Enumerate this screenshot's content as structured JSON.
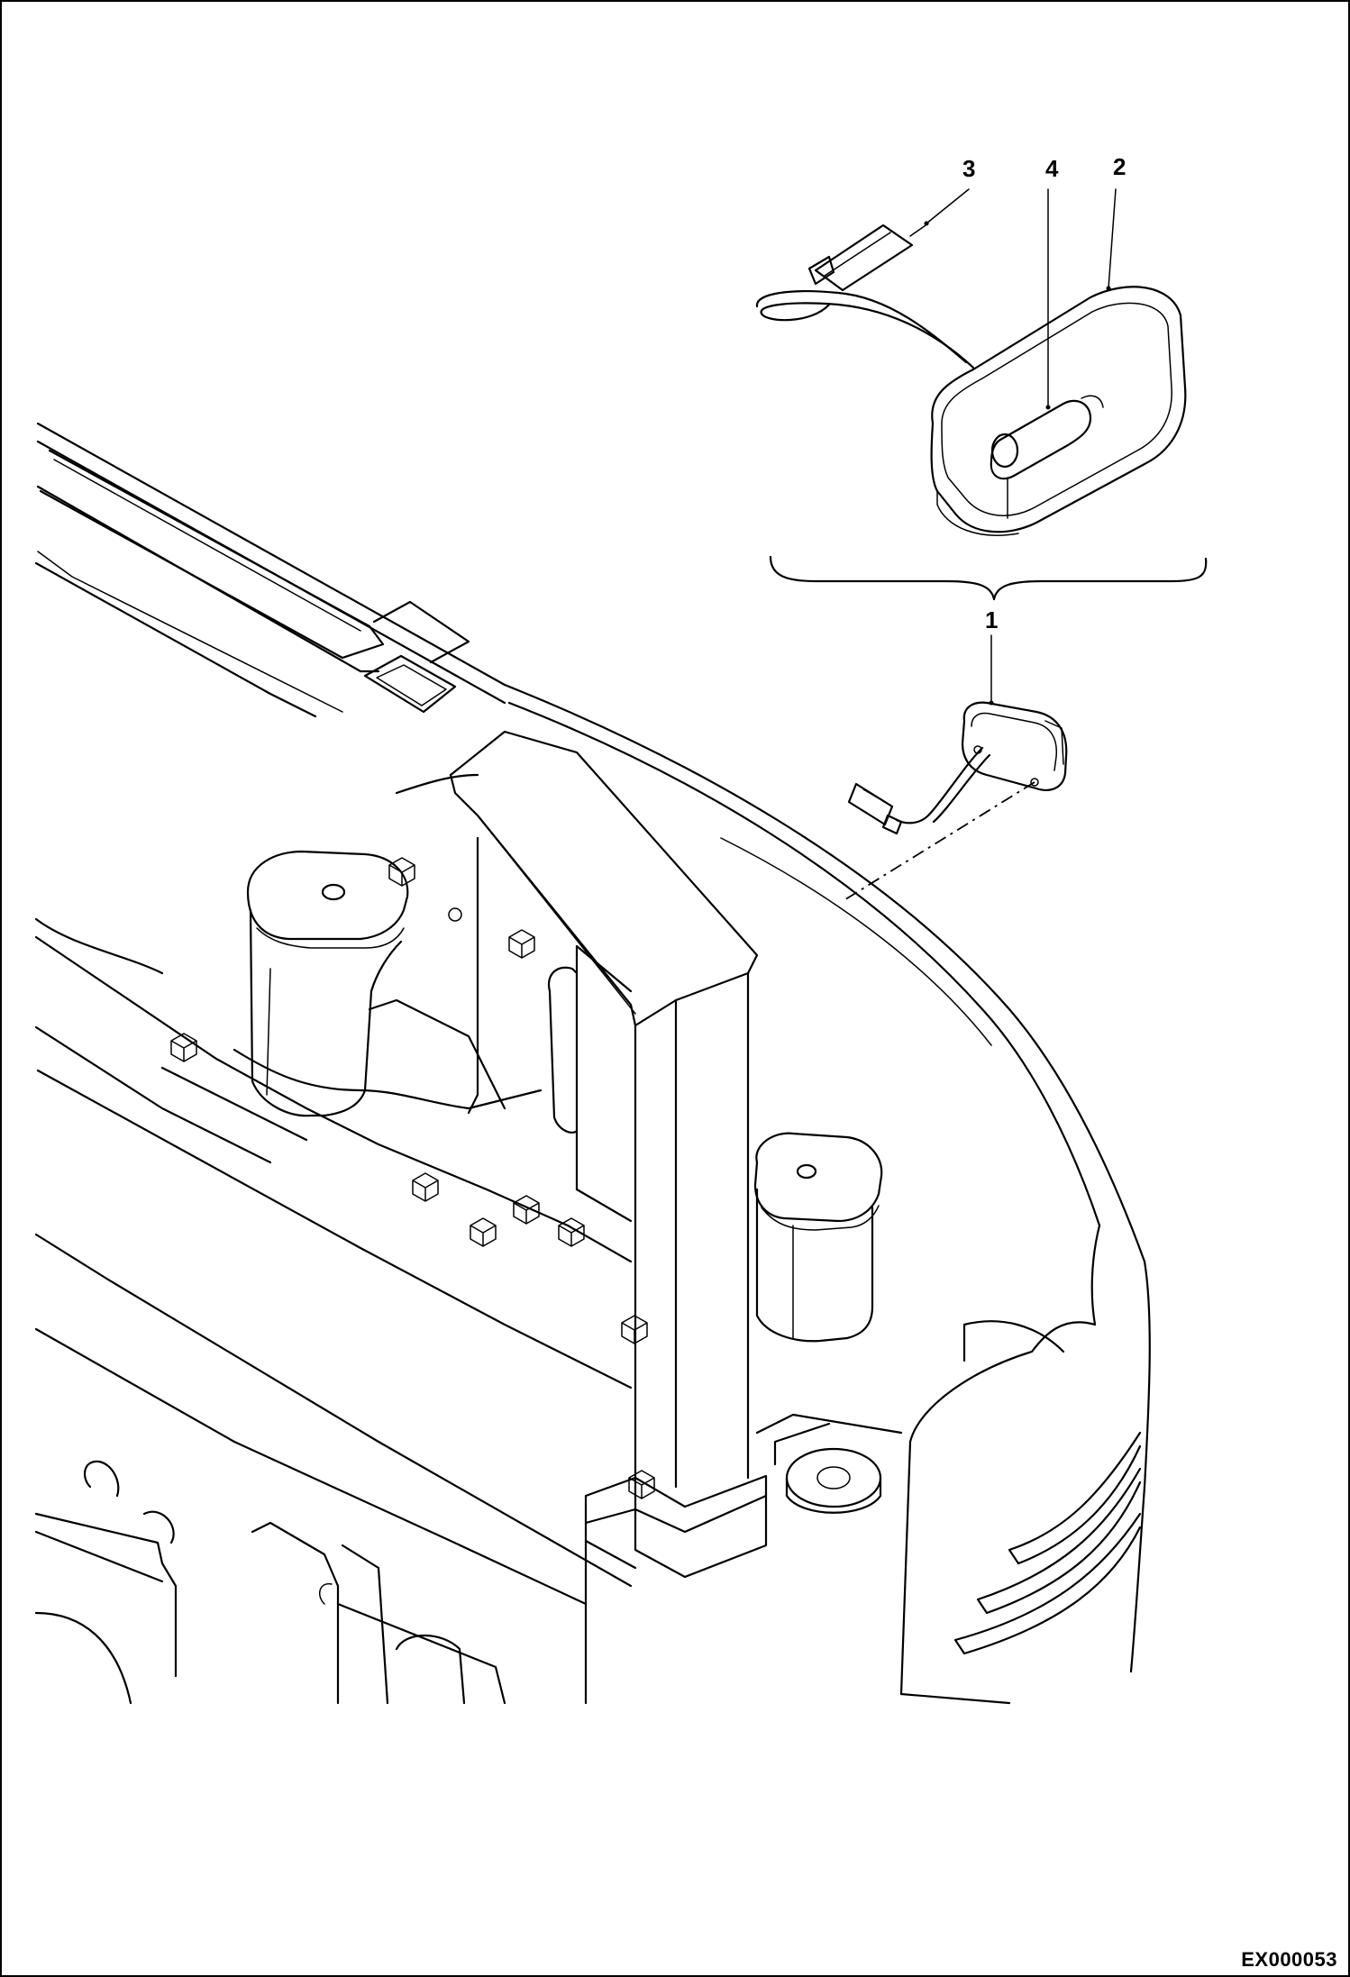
{
  "callouts": {
    "c1": "1",
    "c2": "2",
    "c3": "3",
    "c4": "4"
  },
  "figure_code": "EX000053"
}
